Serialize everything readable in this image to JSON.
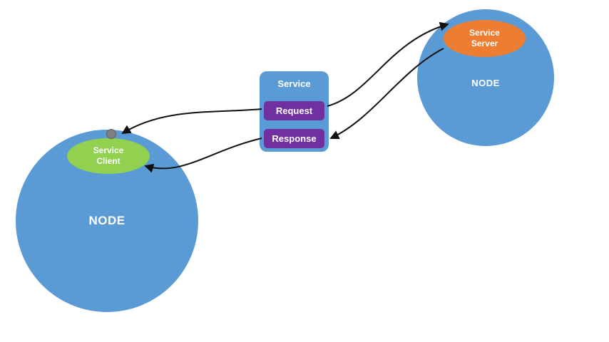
{
  "diagram": {
    "left_node": {
      "label": "NODE"
    },
    "right_node": {
      "label": "NODE"
    },
    "service_client": {
      "line1": "Service",
      "line2": "Client"
    },
    "service_server": {
      "line1": "Service",
      "line2": "Server"
    },
    "service_panel": {
      "title": "Service",
      "request": "Request",
      "response": "Response"
    }
  },
  "colors": {
    "node_fill": "#5b9bd5",
    "client_fill": "#92d050",
    "server_fill": "#ed7d31",
    "action_fill": "#7030a0",
    "dot_fill": "#7f7f7f",
    "arrow": "#111111",
    "background": "#ffffff",
    "label_text": "#ffffff"
  }
}
